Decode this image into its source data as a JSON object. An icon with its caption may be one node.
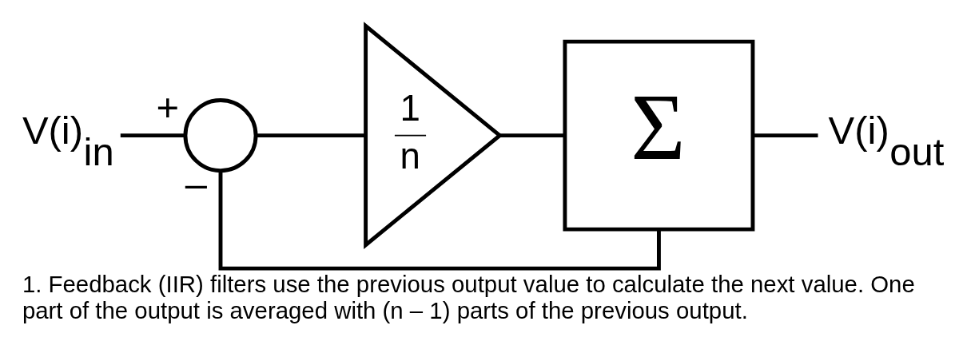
{
  "diagram": {
    "caption": "1. Feedback (IIR) filters use the previous output value to calculate the next value. One part of the output is averaged with (n – 1) parts of the previous output.",
    "nodes": [
      {
        "text": [
          "V(i)$_{in}$"
        ]
      },
      {
        "text": [],
        "shape": "circle",
        "beside": [
          "+",
          "–"
        ]
      },
      {
        "text": [
          "1",
          "n"
        ]
      },
      {
        "text": [
          "Σ"
        ]
      },
      {
        "text": [
          "V(i)$_{out}$"
        ]
      }
    ],
    "edges": [
      {
        "from": 0,
        "to": 1,
        "arrow": "none"
      },
      {
        "from": 1,
        "to": 2,
        "arrow": "none"
      },
      {
        "from": 2,
        "to": 3,
        "arrow": "none"
      },
      {
        "from": 3,
        "to": 4,
        "arrow": "none"
      },
      {
        "from": 3,
        "to": 1,
        "arrow": "none"
      }
    ]
  }
}
